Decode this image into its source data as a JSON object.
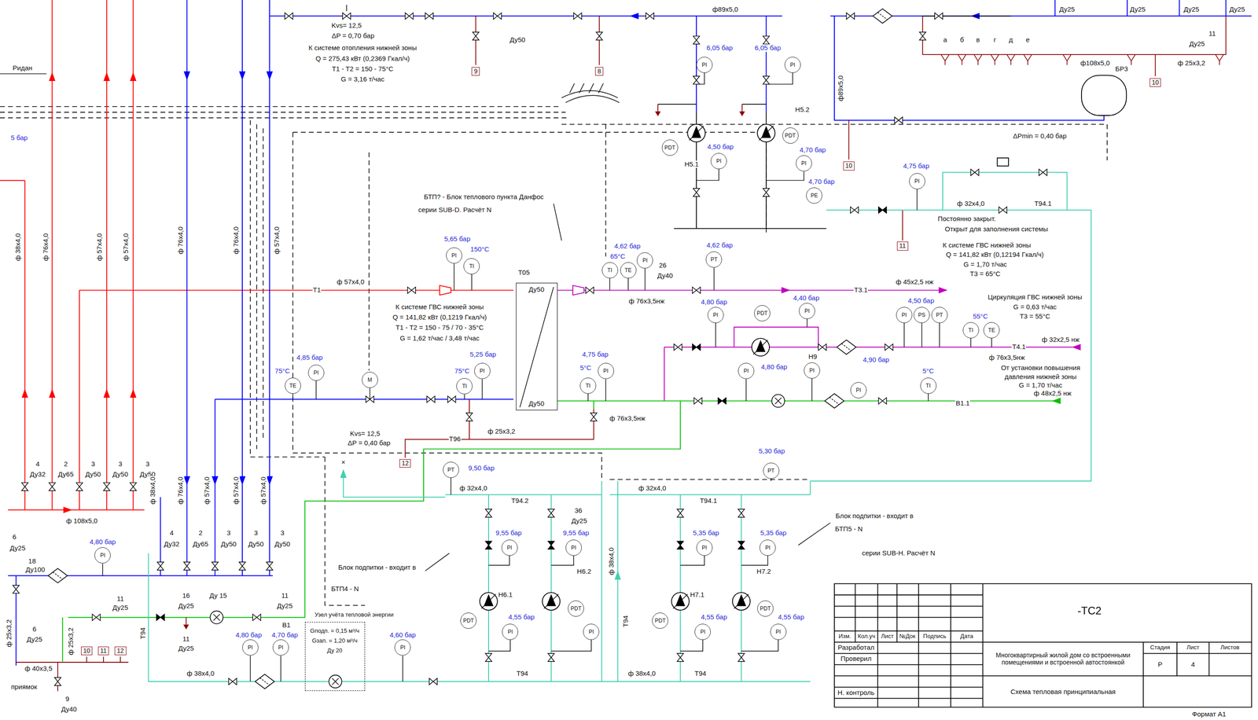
{
  "diagram": {
    "nodes": [
      {
        "text": [
          "9"
        ]
      },
      {
        "text": [
          "8"
        ]
      },
      {
        "text": [
          "PI"
        ]
      },
      {
        "text": [
          "PI"
        ]
      },
      {
        "text": [
          "PDT"
        ]
      },
      {
        "text": [
          "PI"
        ]
      },
      {
        "text": [
          "PDT"
        ]
      },
      {
        "text": [
          "PI"
        ]
      },
      {
        "text": [
          "PE"
        ]
      },
      {
        "text": [
          "10"
        ]
      },
      {
        "text": [
          "10"
        ]
      },
      {
        "text": [
          "PI"
        ]
      },
      {
        "text": [
          "11"
        ]
      },
      {
        "text": [
          "PI"
        ]
      },
      {
        "text": [
          "TI"
        ]
      },
      {
        "text": [
          "TI"
        ]
      },
      {
        "text": [
          "TE"
        ]
      },
      {
        "text": [
          "PI"
        ]
      },
      {
        "text": [
          "PT"
        ]
      },
      {
        "text": [
          "PI"
        ]
      },
      {
        "text": [
          "PDT"
        ]
      },
      {
        "text": [
          "PI"
        ]
      },
      {
        "text": [
          "PI"
        ]
      },
      {
        "text": [
          "PS"
        ]
      },
      {
        "text": [
          "PT"
        ]
      },
      {
        "text": [
          "TI"
        ]
      },
      {
        "text": [
          "TE"
        ]
      },
      {
        "text": [
          "TE"
        ]
      },
      {
        "text": [
          "PI"
        ]
      },
      {
        "text": [
          "M"
        ]
      },
      {
        "text": [
          "TI"
        ]
      },
      {
        "text": [
          "PI"
        ]
      },
      {
        "text": [
          "Ду50",
          "Ду50"
        ]
      },
      {
        "text": [
          "TI"
        ]
      },
      {
        "text": [
          "PI"
        ]
      },
      {
        "text": [
          "PI"
        ]
      },
      {
        "text": [
          "PI"
        ]
      },
      {
        "text": [
          "PI"
        ]
      },
      {
        "text": [
          "TI"
        ]
      },
      {
        "text": [
          "12"
        ]
      },
      {
        "text": [
          "PT"
        ]
      },
      {
        "text": [
          "PT"
        ]
      },
      {
        "text": [
          "PI"
        ]
      },
      {
        "text": [
          "PI"
        ]
      },
      {
        "text": [
          "PI"
        ]
      },
      {
        "text": [
          "PI"
        ]
      },
      {
        "text": [
          "PDT"
        ]
      },
      {
        "text": [
          "PI"
        ]
      },
      {
        "text": [
          "PDT"
        ]
      },
      {
        "text": [
          "PI"
        ]
      },
      {
        "text": [
          "PDT"
        ]
      },
      {
        "text": [
          "PI"
        ]
      },
      {
        "text": [
          "PDT"
        ]
      },
      {
        "text": [
          "PI"
        ]
      },
      {
        "text": [
          "PI"
        ]
      },
      {
        "text": [
          "PI"
        ]
      },
      {
        "text": [
          "PI"
        ]
      },
      {
        "text": [
          "Узел учёта тепловой энергии",
          "Gподп. = 0,15 м³/ч",
          "Gзап. = 1,20 м³/ч",
          "Ду 20"
        ]
      },
      {
        "text": [
          "PI"
        ]
      },
      {
        "text": [
          "10"
        ]
      },
      {
        "text": [
          "11"
        ]
      },
      {
        "text": [
          "12"
        ]
      }
    ],
    "labels": [
      "Ридан",
      "5 бар",
      "ф 38х4,0",
      "ф 76х4,0",
      "ф 57х4,0",
      "ф 57х4,0",
      "ф 76х4,0",
      "ф 76х4,0",
      "ф 57х4,0",
      "Kvs= 12,5",
      "ΔP = 0,70 бар",
      "К системе отопления нижней зоны",
      "Q = 275,43 кВт (0,2369 Гкал/ч)",
      "T1 - T2 = 150 - 75°C",
      "G = 3,16 т/час",
      "Ду50",
      "ф89х5,0",
      "6,05 бар",
      "6,05 бар",
      "Н5.1",
      "Н5.2",
      "4,50 бар",
      "4,70 бар",
      "4,70 бар",
      "ф89х5,0",
      "а",
      "б",
      "в",
      "г",
      "д",
      "е",
      "Ду25",
      "Ду25",
      "Ду25",
      "Ду25",
      "ф108х5,0",
      "11",
      "Ду25",
      "ф 25х3,2",
      "БР3",
      "ΔPmin = 0,40 бар",
      "4,75 бар",
      "ф 32х4,0",
      "Т94.1",
      "Постоянно закрыт.",
      "Открыт для заполнения системы",
      "К системе ГВС нижней зоны",
      "Q = 141,82 кВт (0,12194 Гкал/ч)",
      "G = 1,70 т/час",
      "T3 = 65°C",
      "ф 45х2,5 нж",
      "Т3.1",
      "Циркуляция ГВС нижней зоны",
      "G = 0,63 т/час",
      "T3 = 55°C",
      "4,50 бар",
      "55°C",
      "Т4.1",
      "ф 32х2,5 нж",
      "ф 76х3,5нж",
      "От установки повышения",
      "давления нижней зоны",
      "G = 1,70 т/час",
      "ф 48х2,5 нж",
      "В1.1",
      "5°C",
      "4,90 бар",
      "4,40 бар",
      "Н9",
      "4,80 бар",
      "4,80 бар",
      "4,62 бар",
      "4,62 бар",
      "65°C",
      "26",
      "Ду40",
      "ф 76х3,5нж",
      "БТП? - Блок теплового пункта Данфос",
      "серии SUB-D. Расчёт N",
      "5,65 бар",
      "150°C",
      "Т05",
      "Т1",
      "ф 57х4,0",
      "К системе ГВС нижней зоны",
      "Q = 141,82 кВт (0,1219 Гкал/ч)",
      "T1 - T2 = 150 - 75 / 70 - 35°C",
      "G = 1,62 т/час / 3,48 т/час",
      "5,25 бар",
      "75°C",
      "75°C",
      "4,85 бар",
      "Kvs= 12,5",
      "ΔP = 0,40 бар",
      "ф 25х3,2",
      "Т96",
      "4,75 бар",
      "5°C",
      "ф 76х3,5нж",
      "9,50 бар",
      "ф 32х4,0",
      "Т94.2",
      "5,30 бар",
      "ф 32х4,0",
      "Т94.1",
      "36",
      "Ду25",
      "9,55 бар",
      "9,55 бар",
      "Н6.1",
      "Н6.2",
      "4,55 бар",
      "Блок подпитки - входит в",
      "БТП4 - N",
      "Блок подпитки - входит в",
      "БТП5 - N",
      "серии SUB-H. Расчёт N",
      "5,35 бар",
      "5,35 бар",
      "Н7.1",
      "Н7.2",
      "4,55 бар",
      "4,55 бар",
      "Т94",
      "ф 38х4,0",
      "ф 38х4,0",
      "Т94",
      "Т94",
      "4,80 бар",
      "4,70 бар",
      "4,60 бар",
      "ф 38х4,0",
      "Т94",
      "4",
      "Ду32",
      "2",
      "Ду65",
      "3",
      "Ду50",
      "3",
      "Ду50",
      "3",
      "Ду50",
      "ф 108х5,0",
      "ф 38х4,0",
      "ф 76х4,0",
      "ф 57х4,0",
      "ф 57х4,0",
      "ф 57х4,0",
      "4",
      "Ду32",
      "2",
      "Ду65",
      "3",
      "Ду50",
      "3",
      "Ду50",
      "3",
      "Ду50",
      "4,80 бар",
      "6",
      "Ду25",
      "18",
      "Ду100",
      "16",
      "Ду25",
      "Ду 15",
      "11",
      "Ду25",
      "11",
      "Ду25",
      "В1",
      "11",
      "Ду25",
      "6",
      "Ду25",
      "ф 25х3,2",
      "ф 25х3,2",
      "ф 40х3,5",
      "приямок",
      "9",
      "Ду40",
      "×",
      "-ТС2",
      "Изм.",
      "Кол.уч",
      "Лист",
      "№Док",
      "Подпись",
      "Дата",
      "Разработал",
      "Проверил",
      "Н. контроль",
      "Многоквартирный жилой дом со встроенными помещениями и встроенной автостоянкой",
      "Стадия",
      "Лист",
      "Листов",
      "Р",
      "4",
      "Схема тепловая принципиальная",
      "Формат А1"
    ]
  }
}
